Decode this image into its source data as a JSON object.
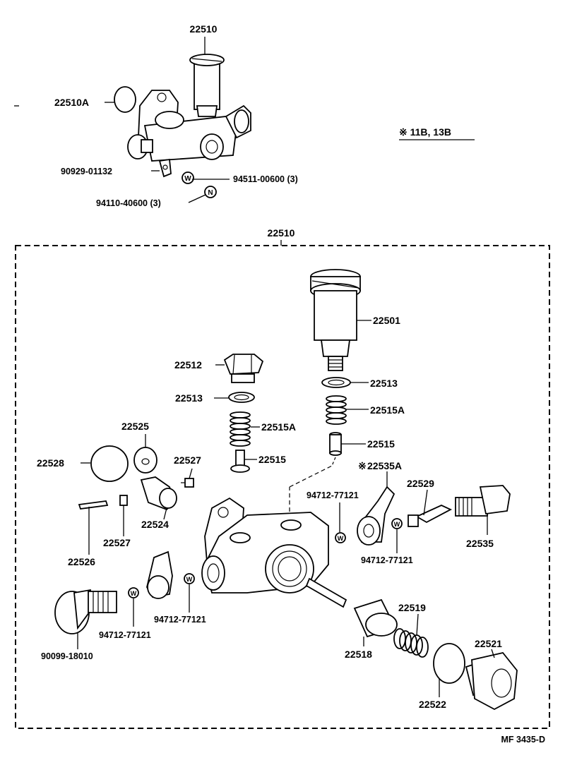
{
  "top_assembly": {
    "pump_label": "22510",
    "gasket_label": "22510A",
    "bracket_label": "90929-01132",
    "washer_label": "94511-00600 (3)",
    "nut_label": "94110-40600 (3)",
    "washer_mark": "W",
    "nut_mark": "N"
  },
  "applicability": "※ 11B, 13B",
  "exploded": {
    "assembly_label": "22510",
    "parts": {
      "plunger_housing": "22501",
      "plug": "22512",
      "gasket_left": "22513",
      "gasket_right": "22513",
      "spring_left": "22515A",
      "spring_right": "22515A",
      "valve_left": "22515",
      "valve_right": "22515",
      "cam": "22525",
      "snap_ring": "22528",
      "screw_top": "22527",
      "screw_bottom": "22527",
      "pin": "22526",
      "lever": "22524",
      "union": "22535A",
      "union_mark": "※",
      "gasket_union_top": "94712-77121",
      "gasket_union_bottom": "94712-77121",
      "strainer": "22529",
      "bolt_right": "22535",
      "bolt_left": "90099-18010",
      "gasket_left_a": "94712-77121",
      "gasket_left_b": "94712-77121",
      "sleeve": "22518",
      "spring_bottom": "22519",
      "plug_bottom": "22521",
      "gasket_bottom": "22522",
      "washer_mark": "W"
    }
  },
  "figure_code": "MF 3435-D"
}
